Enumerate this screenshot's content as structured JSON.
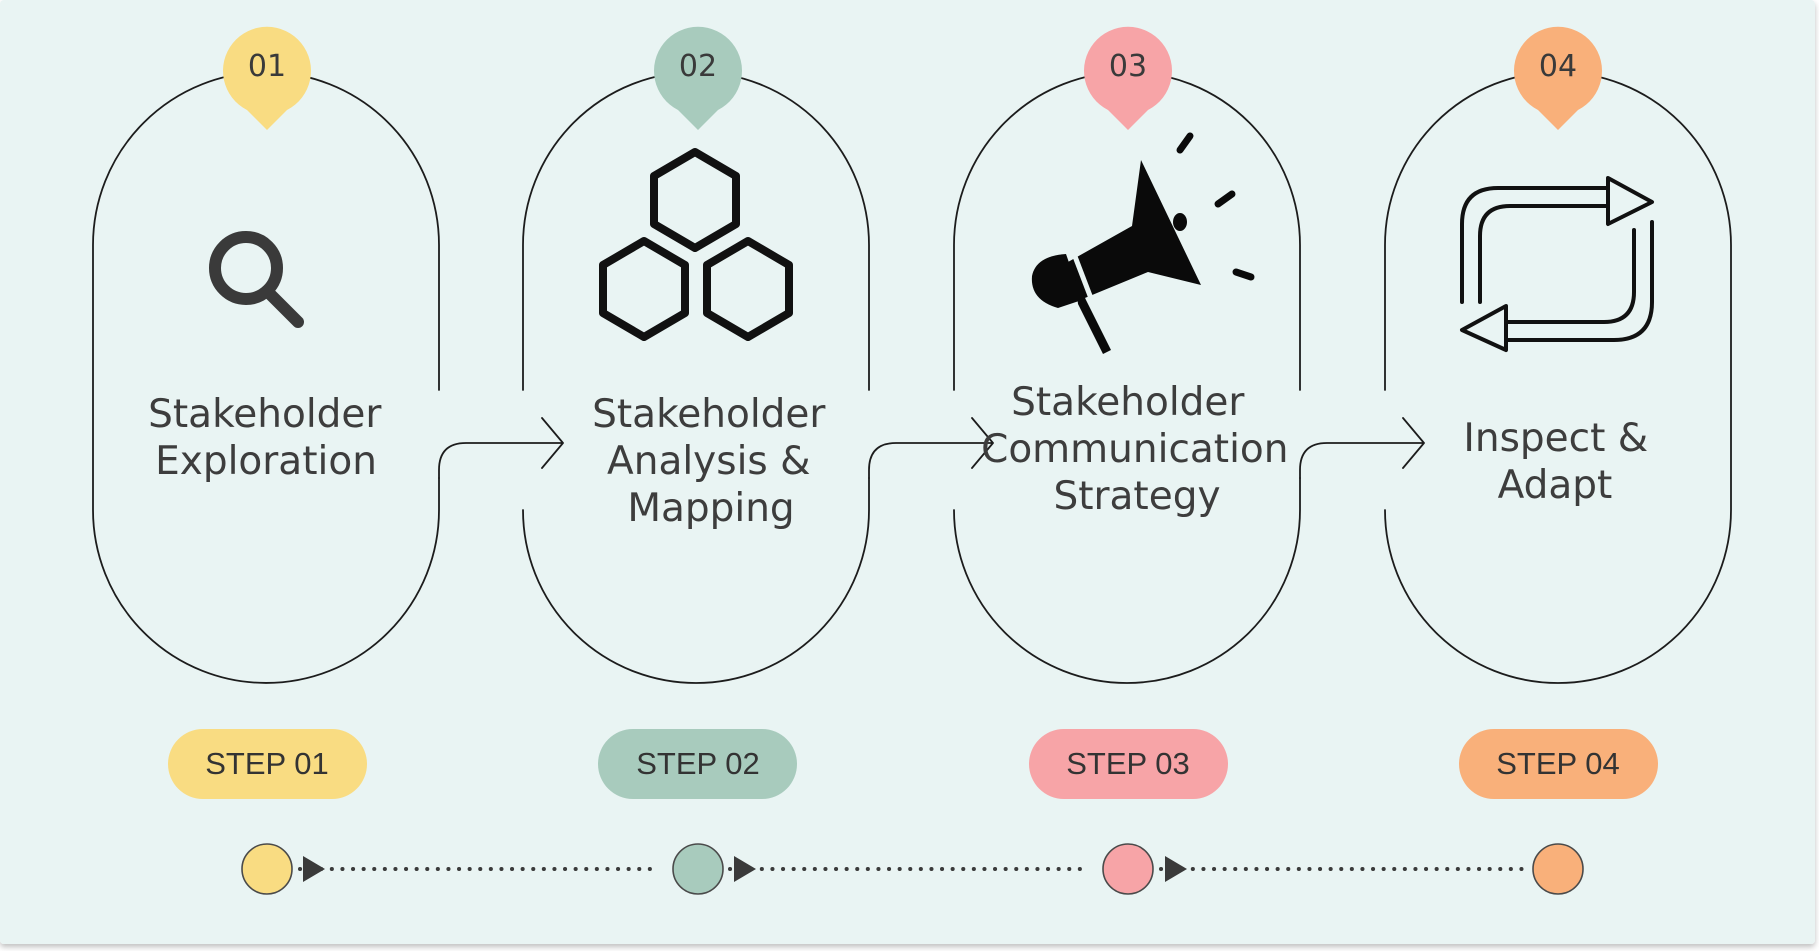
{
  "steps": [
    {
      "number": "01",
      "title_lines": [
        "Stakeholder",
        "Exploration"
      ],
      "pill": "STEP 01",
      "color": "#f9dc82",
      "icon": "search-icon"
    },
    {
      "number": "02",
      "title_lines": [
        "Stakeholder",
        "Analysis &",
        "Mapping"
      ],
      "pill": "STEP 02",
      "color": "#a8cbbd",
      "icon": "hexagons-icon"
    },
    {
      "number": "03",
      "title_lines": [
        "Stakeholder",
        "Communication",
        "Strategy"
      ],
      "pill": "STEP 03",
      "color": "#f7a4a7",
      "icon": "megaphone-icon"
    },
    {
      "number": "04",
      "title_lines": [
        "Inspect &",
        "Adapt"
      ],
      "pill": "STEP 04",
      "color": "#f9b07a",
      "icon": "loop-arrows-icon"
    }
  ],
  "colors": {
    "background": "#e9f4f3",
    "outline": "#1c1c1c",
    "text": "#3d3d3d"
  }
}
